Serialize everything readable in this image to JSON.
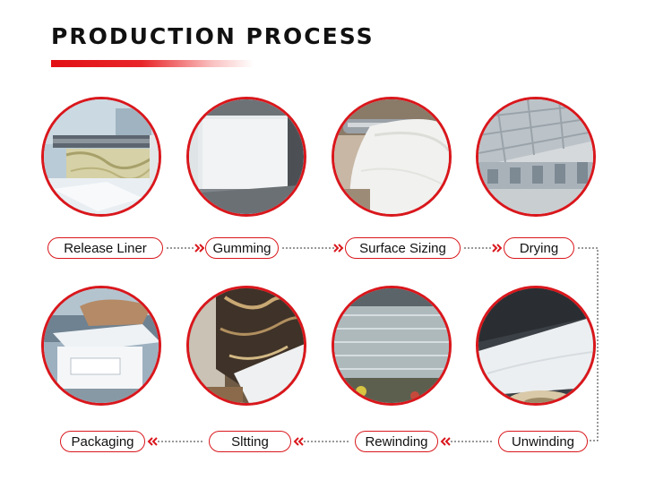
{
  "title": "PRODUCTION PROCESS",
  "colors": {
    "accent": "#d9171c",
    "title_text": "#111111"
  },
  "steps_row1": [
    {
      "label": "Release Liner",
      "image": "release-liner-machine-photo"
    },
    {
      "label": "Gumming",
      "image": "gumming-roll-photo"
    },
    {
      "label": "Surface Sizing",
      "image": "surface-sizing-roll-photo"
    },
    {
      "label": "Drying",
      "image": "drying-factory-hall-photo"
    }
  ],
  "steps_row2": [
    {
      "label": "Packaging",
      "image": "packaging-boxes-photo"
    },
    {
      "label": "Sltting",
      "image": "slitting-marble-film-photo"
    },
    {
      "label": "Rewinding",
      "image": "rewinding-clear-film-photo"
    },
    {
      "label": "Unwinding",
      "image": "unwinding-roll-photo"
    }
  ]
}
